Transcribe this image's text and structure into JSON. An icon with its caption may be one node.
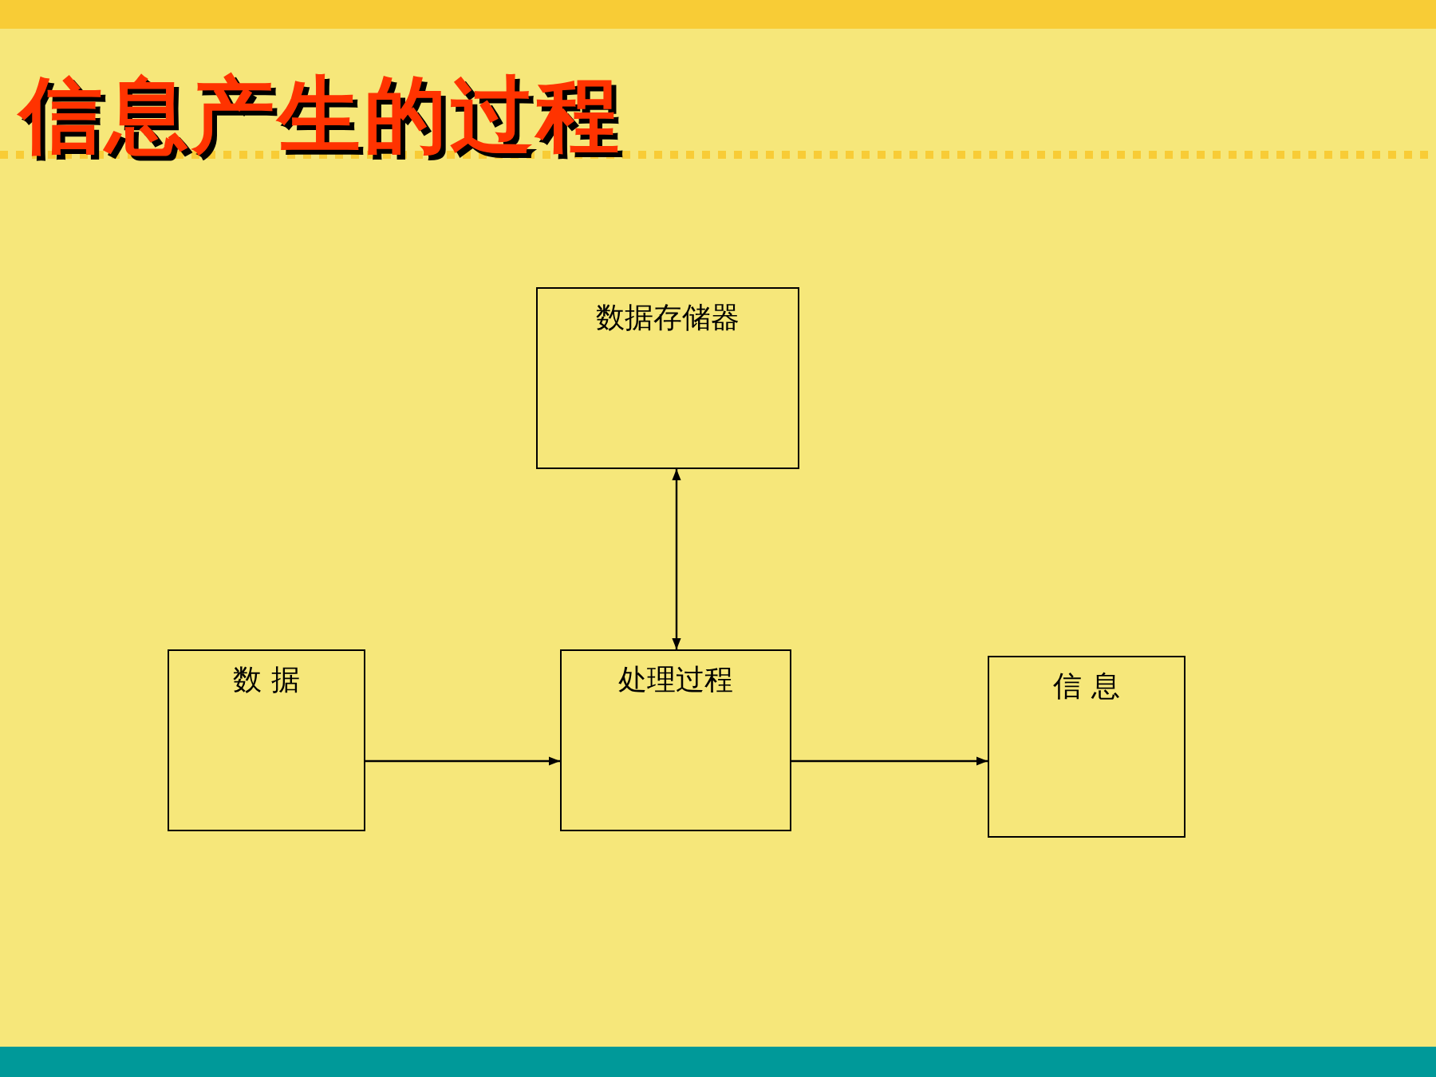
{
  "diagram": {
    "title": "信息产生的过程",
    "nodes": [
      {
        "text": [
          "数据存储器"
        ]
      },
      {
        "text": [
          "数 据"
        ]
      },
      {
        "text": [
          "处理过程"
        ]
      },
      {
        "text": [
          "信 息"
        ]
      }
    ],
    "edges": [
      {
        "from": 1,
        "to": 2,
        "arrow": "to"
      },
      {
        "from": 2,
        "to": 3,
        "arrow": "to"
      },
      {
        "from": 2,
        "to": 0,
        "arrow": "both"
      }
    ]
  }
}
